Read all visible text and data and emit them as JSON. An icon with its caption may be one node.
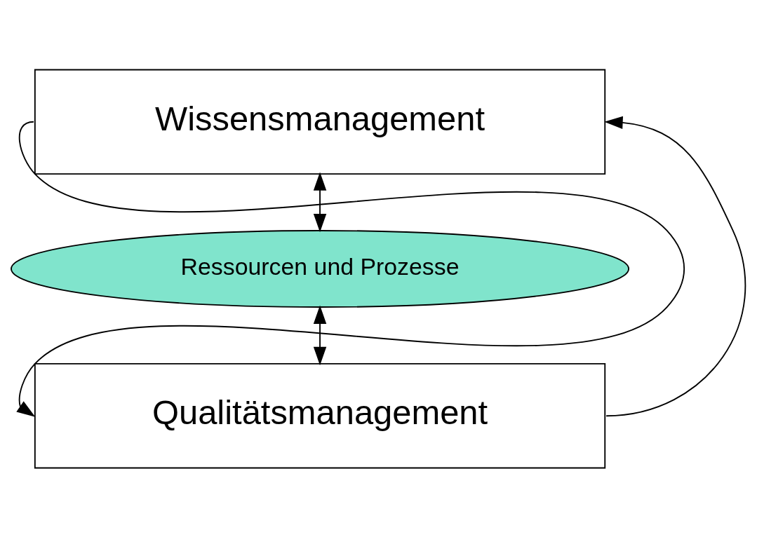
{
  "diagram": {
    "nodes": [
      {
        "text": [
          "Wissensmanagement"
        ]
      },
      {
        "text": [
          "Ressourcen und Prozesse"
        ]
      },
      {
        "text": [
          "Qualitätsmanagement"
        ]
      }
    ],
    "edges": [
      {
        "from": 0,
        "to": 1,
        "arrow": "both"
      },
      {
        "from": 1,
        "to": 2,
        "arrow": "both"
      },
      {
        "from": 0,
        "to": 2,
        "arrow": "to"
      },
      {
        "from": 2,
        "to": 0,
        "arrow": "to"
      }
    ]
  }
}
